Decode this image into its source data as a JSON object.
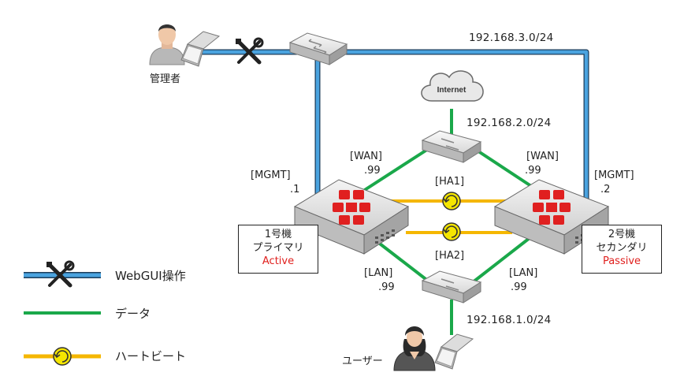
{
  "nodes": {
    "admin_label": "管理者",
    "user_label": "ユーザー",
    "internet_label": "Internet"
  },
  "networks": {
    "mgmt_net": "192.168.3.0/24",
    "wan_net": "192.168.2.0/24",
    "lan_net": "192.168.1.0/24"
  },
  "ports": {
    "mgmt_left": "[MGMT]",
    "mgmt_left_addr": ".1",
    "mgmt_right": "[MGMT]",
    "mgmt_right_addr": ".2",
    "wan_left": "[WAN]",
    "wan_left_addr": ".99",
    "wan_right": "[WAN]",
    "wan_right_addr": ".99",
    "lan_left": "[LAN]",
    "lan_left_addr": ".99",
    "lan_right": "[LAN]",
    "lan_right_addr": ".99",
    "ha1": "[HA1]",
    "ha2": "[HA2]"
  },
  "units": {
    "primary": {
      "line1": "1号機",
      "line2": "プライマリ",
      "status": "Active"
    },
    "secondary": {
      "line1": "2号機",
      "line2": "セカンダリ",
      "status": "Passive"
    }
  },
  "legend": {
    "webgui": "WebGUI操作",
    "data": "データ",
    "heartbeat": "ハートビート"
  },
  "colors": {
    "mgmt_line": "#4aa3df",
    "data_line": "#1aa84a",
    "heartbeat_line": "#f5b700",
    "status_text": "#e0201e",
    "fortinet_red": "#e02020"
  }
}
